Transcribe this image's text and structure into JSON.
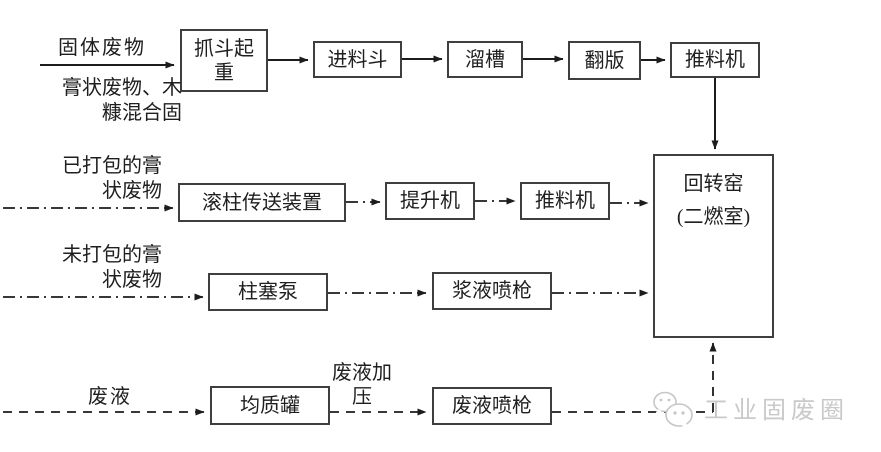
{
  "colors": {
    "background": "#ffffff",
    "line": "#1c1c1c",
    "box_border": "#3f3f3f",
    "text": "#1f1f1f",
    "watermark": "#c9c9c9"
  },
  "stream_labels": {
    "solid_waste": "固体废物",
    "solid_waste_mix": "膏状废物、木\n糠混合固",
    "packed_paste": "已打包的膏\n状废物",
    "unpacked_paste": "未打包的膏\n状废物",
    "waste_liquid": "废液",
    "waste_liquid_pressurize": "废液加\n压"
  },
  "boxes": {
    "grab_crane": "抓斗起\n重",
    "feed_hopper": "进料斗",
    "chute": "溜槽",
    "flip_plate": "翻版",
    "pusher_top": "推料机",
    "roller_conveyor": "滚柱传送装置",
    "elevator": "提升机",
    "pusher_mid": "推料机",
    "plunger_pump": "柱塞泵",
    "slurry_spray_gun": "浆液喷枪",
    "homogenizer_tank": "均质罐",
    "waste_liquid_spray_gun": "废液喷枪",
    "rotary_kiln": "回转窑\n(二燃室)"
  },
  "watermark": {
    "text": "工业固废圈",
    "icon": "wechat-logo"
  }
}
